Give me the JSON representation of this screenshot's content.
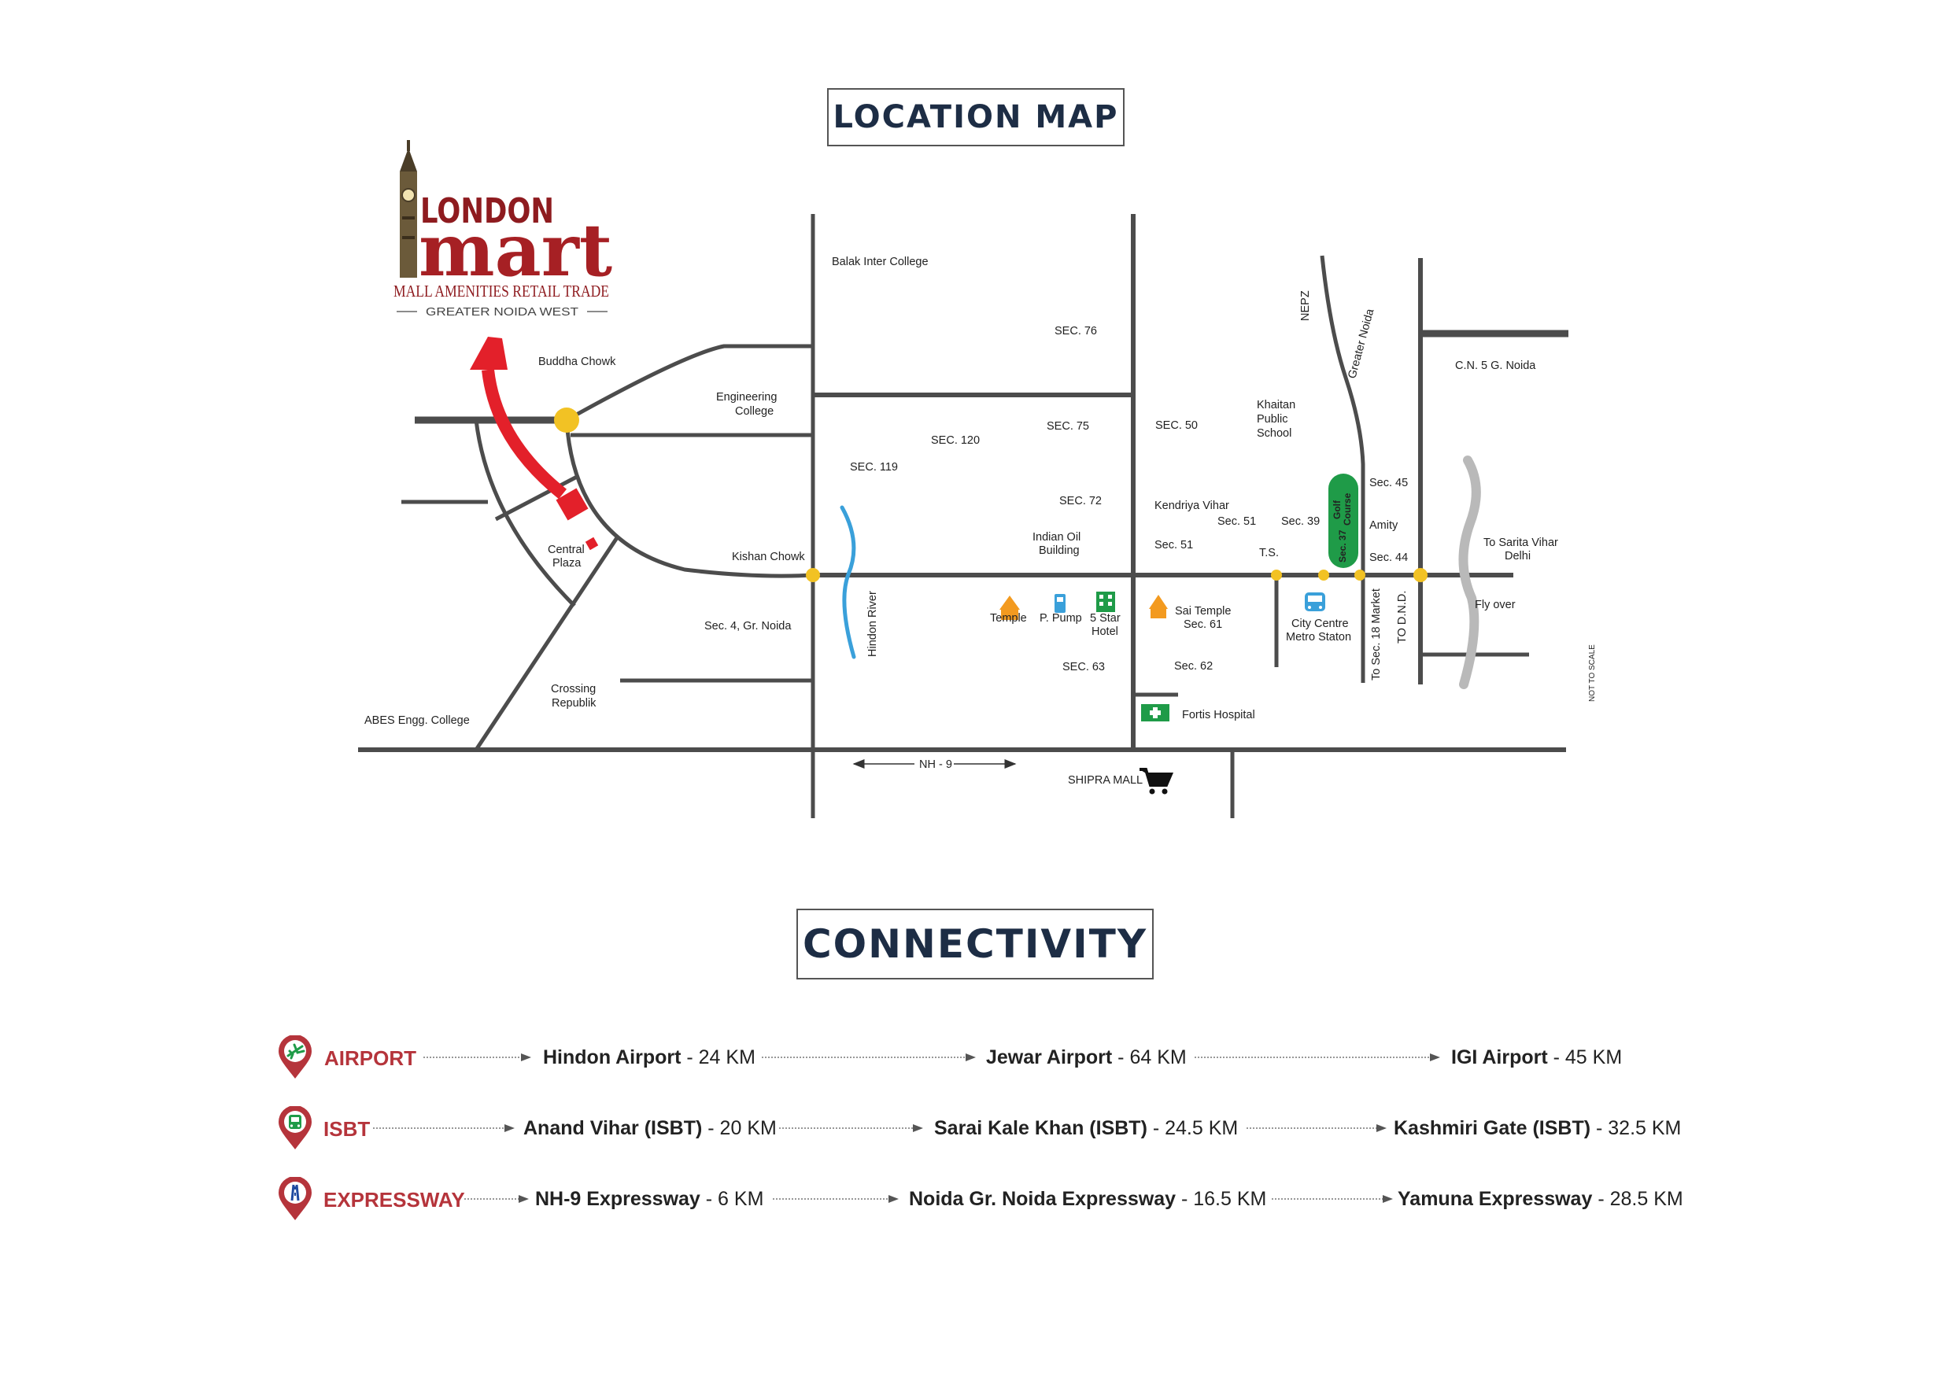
{
  "page": {
    "title": "LOCATION MAP",
    "connectivity_title": "CONNECTIVITY",
    "not_to_scale": "NOT TO SCALE"
  },
  "logo": {
    "word1": "LONDON",
    "word2": "mart",
    "tagline": "MALL AMENITIES RETAIL TRADE",
    "location": "GREATER NOIDA WEST"
  },
  "map": {
    "labels": {
      "buddha_chowk": "Buddha Chowk",
      "engineering_college": [
        "Engineering",
        "College"
      ],
      "central_plaza": [
        "Central",
        "Plaza"
      ],
      "kishan_chowk": "Kishan Chowk",
      "sec4": "Sec. 4, Gr. Noida",
      "crossing_republik": [
        "Crossing",
        "Republik"
      ],
      "abes": "ABES Engg. College",
      "balak": "Balak Inter College",
      "sec76": "SEC. 76",
      "sec120": "SEC. 120",
      "sec75": "SEC. 75",
      "sec119": "SEC. 119",
      "sec72": "SEC. 72",
      "indian_oil": [
        "Indian Oil",
        "Building"
      ],
      "hindon_river": "Hindon River",
      "temple": "Temple",
      "p_pump": "P. Pump",
      "five_star": [
        "5 Star",
        "Hotel"
      ],
      "sec63": "SEC. 63",
      "nh9": "NH - 9",
      "shipra_mall": "SHIPRA MALL",
      "sec50": "SEC. 50",
      "kendriya_vihar": "Kendriya Vihar",
      "sec51a": "Sec. 51",
      "sec51b": "Sec. 51",
      "sec39": "Sec. 39",
      "ts": "T.S.",
      "sai_temple": [
        "Sai Temple",
        "Sec. 61"
      ],
      "sec62": "Sec. 62",
      "fortis": "Fortis Hospital",
      "city_centre": [
        "City Centre",
        "Metro Staton"
      ],
      "khaitan": [
        "Khaitan",
        "Public",
        "School"
      ],
      "nepz": "NEPZ",
      "greater_noida": "Greater Noida",
      "golf_course": [
        "Golf",
        "Course"
      ],
      "sec37": "Sec. 37",
      "sec45": "Sec. 45",
      "amity": "Amity",
      "sec44": "Sec. 44",
      "sec18": "To Sec. 18 Market",
      "dnd": "TO D.N.D.",
      "cn5": "C.N. 5 G. Noida",
      "sarita_vihar": [
        "To Sarita Vihar",
        "Delhi"
      ],
      "fly_over": "Fly over"
    },
    "colors": {
      "road": "#4c4c4c",
      "junction": "#f2c224",
      "arrow": "#e3202a",
      "river": "#3aa0da",
      "golf": "#1f9b48",
      "flyover": "#b9b9b9"
    }
  },
  "connectivity": [
    {
      "category": "AIRPORT",
      "icon": "airplane-icon",
      "destinations": [
        {
          "name": "Hindon Airport",
          "distance": " - 24 KM"
        },
        {
          "name": "Jewar Airport",
          "distance": " - 64 KM"
        },
        {
          "name": "IGI Airport",
          "distance": " - 45 KM"
        }
      ]
    },
    {
      "category": "ISBT",
      "icon": "bus-icon",
      "destinations": [
        {
          "name": "Anand Vihar (ISBT)",
          "distance": " - 20 KM"
        },
        {
          "name": "Sarai Kale Khan (ISBT)",
          "distance": " - 24.5 KM"
        },
        {
          "name": "Kashmiri Gate (ISBT)",
          "distance": " - 32.5 KM"
        }
      ]
    },
    {
      "category": "EXPRESSWAY",
      "icon": "highway-icon",
      "destinations": [
        {
          "name": "NH-9 Expressway",
          "distance": " - 6 KM"
        },
        {
          "name": "Noida Gr. Noida Expressway",
          "distance": " - 16.5 KM"
        },
        {
          "name": "Yamuna Expressway",
          "distance": " - 28.5 KM"
        }
      ]
    }
  ],
  "theme": {
    "heading": "#1d2d45",
    "category": "#b5343b"
  }
}
